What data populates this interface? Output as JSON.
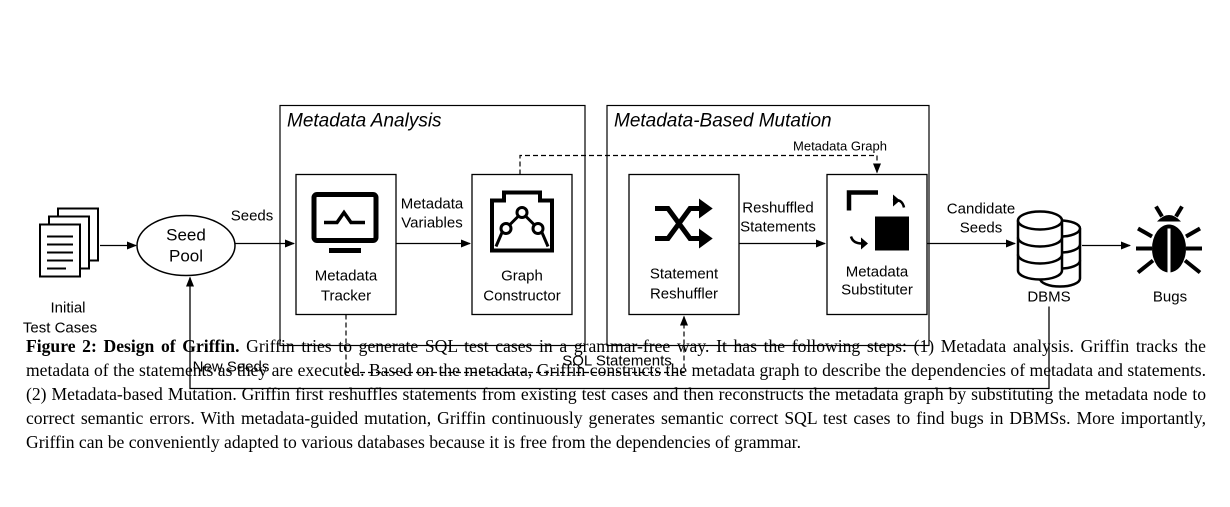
{
  "diagram": {
    "sections": {
      "analysis_title": "Metadata Analysis",
      "mutation_title": "Metadata-Based Mutation"
    },
    "nodes": {
      "initial_line1": "Initial",
      "initial_line2": "Test Cases",
      "seed_pool_line1": "Seed",
      "seed_pool_line2": "Pool",
      "tracker_line1": "Metadata",
      "tracker_line2": "Tracker",
      "graph_line1": "Graph",
      "graph_line2": "Constructor",
      "reshuffler_line1": "Statement",
      "reshuffler_line2": "Reshuffler",
      "substituter_line1": "Metadata",
      "substituter_line2": "Substituter",
      "dbms": "DBMS",
      "bugs": "Bugs"
    },
    "edges": {
      "seeds": "Seeds",
      "metadata_variables_line1": "Metadata",
      "metadata_variables_line2": "Variables",
      "reshuffled_line1": "Reshuffled",
      "reshuffled_line2": "Statements",
      "candidate_line1": "Candidate",
      "candidate_line2": "Seeds",
      "metadata_graph": "Metadata Graph",
      "sql_statements": "SQL Statements",
      "new_seeds": "New Seeds"
    },
    "icons": [
      "document-stack-icon",
      "monitor-icon",
      "graph-icon",
      "shuffle-icon",
      "substitute-icon",
      "database-icon",
      "bug-icon"
    ]
  },
  "caption": {
    "figure_label": "Figure 2: Design of Griffin.",
    "text": "Griffin tries to generate SQL test cases in a grammar-free way. It has the following steps: (1) Metadata analysis. Griffin tracks the metadata of the statements as they are executed. Based on the metadata, Griffin constructs the metadata graph to describe the dependencies of metadata and statements. (2) Metadata-based Mutation. Griffin first reshuffles statements from existing test cases and then reconstructs the metadata graph by substituting the metadata node to correct semantic errors. With metadata-guided mutation, Griffin continuously generates semantic correct SQL test cases to find bugs in DBMSs. More importantly, Griffin can be conveniently adapted to various databases because it is free from the dependencies of grammar."
  }
}
